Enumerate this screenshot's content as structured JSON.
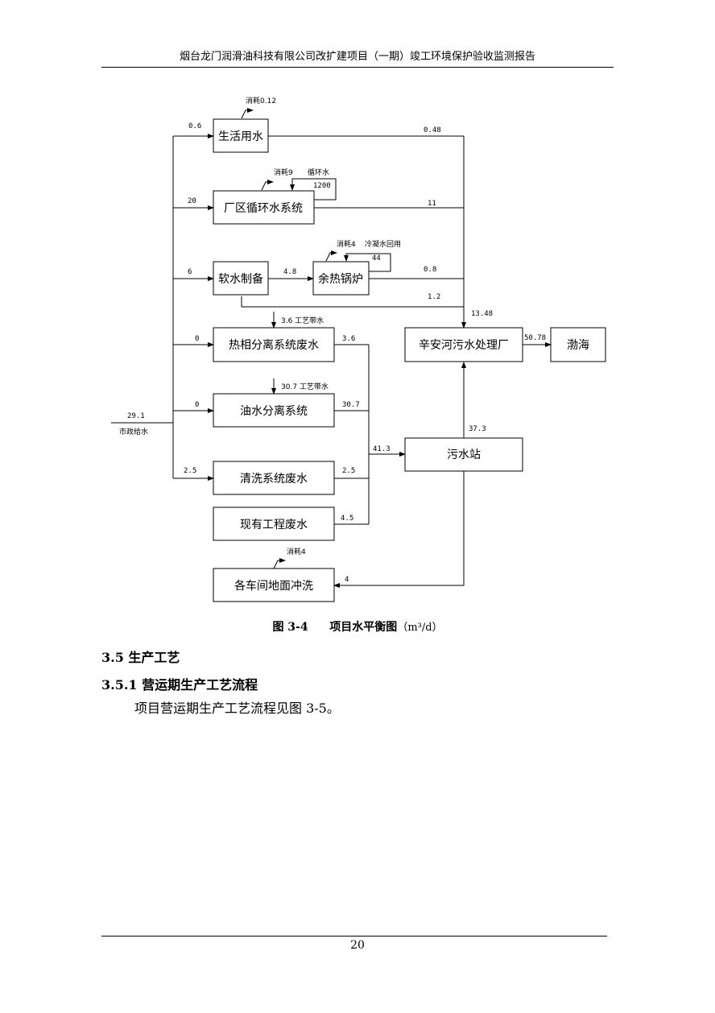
{
  "header": {
    "title": "烟台龙门润滑油科技有限公司改扩建项目（一期）竣工环境保护验收监测报告"
  },
  "diagram": {
    "boxes": {
      "domestic_water": "生活用水",
      "circulating_system": "厂区循环水系统",
      "softening": "软水制备",
      "waste_heat_boiler": "余热锅炉",
      "phase_separation": "热相分离系统废水",
      "oil_water_separation": "油水分离系统",
      "cleaning": "清洗系统废水",
      "existing_project": "现有工程废水",
      "floor_washing": "各车间地面冲洗",
      "xinanhe_plant": "辛安河污水处理厂",
      "bohai": "渤海",
      "sewage_station": "污水站"
    },
    "annotations": {
      "consume_domestic": "消耗0.12",
      "consume_circulating": "消耗9",
      "circulating_water": "循环水",
      "circulating_value": "1200",
      "consume_boiler": "消耗4",
      "condensate_reuse": "冷凝水回用",
      "condensate_value": "44",
      "process_water_phase": "3.6 工艺带水",
      "process_water_oil": "30.7 工艺带水",
      "consume_floor": "消耗4",
      "municipal_supply": "市政给水"
    },
    "flows": {
      "in_domestic": "0.6",
      "out_domestic": "0.48",
      "in_circulating": "20",
      "out_circulating": "11",
      "in_softening": "6",
      "soft_to_boiler": "4.8",
      "out_boiler": "0.8",
      "softening_drain": "1.2",
      "to_xinanhe": "13.48",
      "in_phase": "0",
      "out_phase": "3.6",
      "in_oil": "0",
      "out_oil": "30.7",
      "municipal_total": "29.1",
      "to_sewage_station": "41.3",
      "station_to_xinanhe": "37.3",
      "in_cleaning": "2.5",
      "out_cleaning": "2.5",
      "out_existing": "4.5",
      "to_floor_washing": "4",
      "to_bohai": "50.78"
    }
  },
  "caption": {
    "figure_no": "图 3-4",
    "title": "项目水平衡图",
    "unit": "（m³/d）"
  },
  "section": {
    "heading": "3.5 生产工艺",
    "subheading": "3.5.1  营运期生产工艺流程",
    "paragraph": "项目营运期生产工艺流程见图 3-5。"
  },
  "footer": {
    "page_number": "20"
  },
  "colors": {
    "text": "#000000",
    "background": "#ffffff"
  }
}
